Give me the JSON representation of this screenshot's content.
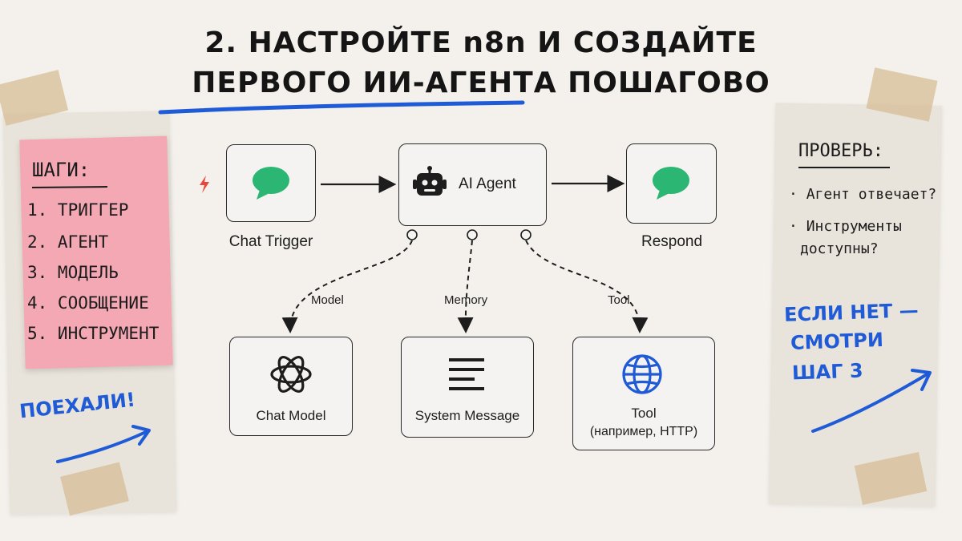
{
  "title": {
    "line1": "2. НАСТРОЙТЕ n8n И СОЗДАЙТЕ",
    "line2": "ПЕРВОГО ИИ-АГЕНТА ПОШАГОВО"
  },
  "steps": {
    "heading": "ШАГИ:",
    "items": [
      "1. ТРИГГЕР",
      "2. АГЕНТ",
      "3. МОДЕЛЬ",
      "4. СООБЩЕНИЕ",
      "5. ИНСТРУМЕНТ"
    ]
  },
  "go": "ПОЕХАЛИ!",
  "check": {
    "heading": "ПРОВЕРЬ:",
    "item1": "Агент отвечает?",
    "item2_line1": "Инструменты",
    "item2_line2": "доступны?"
  },
  "if_not": {
    "line1": "ЕСЛИ НЕТ —",
    "line2": "СМОТРИ",
    "line3": "ШАГ 3"
  },
  "nodes": {
    "chat_trigger": "Chat Trigger",
    "ai_agent": "AI Agent",
    "respond": "Respond",
    "chat_model": "Chat Model",
    "system_message": "System Message",
    "tool_line1": "Tool",
    "tool_line2": "(например, HTTP)"
  },
  "edges": {
    "model": "Model",
    "memory": "Memory",
    "tool": "Tool"
  },
  "colors": {
    "accent_blue": "#1f5bd6",
    "chat_green": "#2bb673",
    "sticky_pink": "#f3a8b4",
    "trigger_red": "#e8463c"
  },
  "icons": [
    "chat-bubble-icon",
    "robot-icon",
    "openai-knot-icon",
    "lines-icon",
    "globe-icon",
    "lightning-icon"
  ]
}
